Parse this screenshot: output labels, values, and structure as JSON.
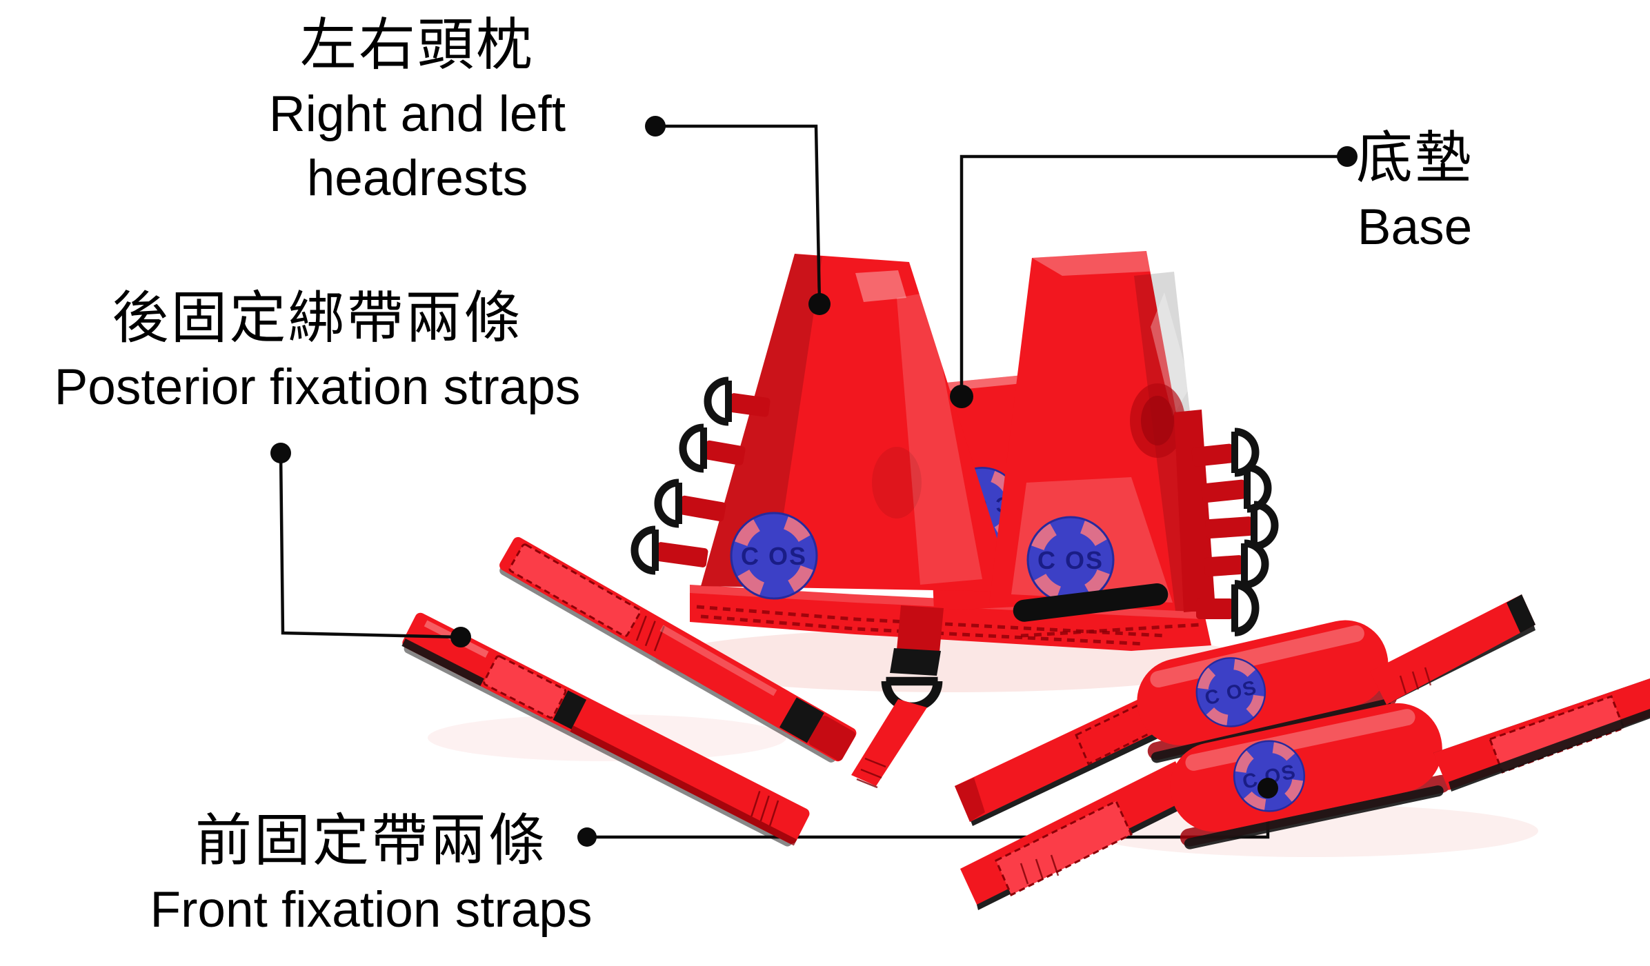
{
  "figure": {
    "type": "annotated-product-photo",
    "background": "#ffffff",
    "logo_text": "C OS"
  },
  "labels": {
    "headrests": {
      "zh": "左右頭枕",
      "en": [
        "Right and left",
        "headrests"
      ]
    },
    "base": {
      "zh": "底墊",
      "en": "Base"
    },
    "posterior_straps": {
      "zh": "後固定綁帶兩條",
      "en": "Posterior fixation straps"
    },
    "front_straps": {
      "zh": "前固定帶兩條",
      "en": "Front fixation straps"
    }
  },
  "colors": {
    "red": "#f2171f",
    "red2": "#c60b13",
    "red3": "#fb3d48",
    "blue": "#3c40c6",
    "blue2": "#1a1d86",
    "wedge": "#ec7384",
    "stitch": "#8c0007",
    "ink": "#0b0b0b"
  }
}
